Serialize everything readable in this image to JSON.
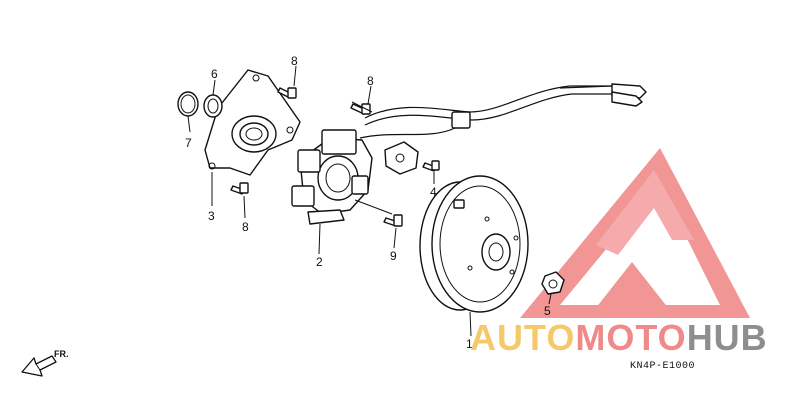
{
  "diagram": {
    "callouts": [
      "1",
      "2",
      "3",
      "4",
      "5",
      "6",
      "7",
      "8",
      "8",
      "8",
      "9"
    ],
    "drawing_code": "KN4P-E1000",
    "direction_mark": "FR."
  },
  "watermark": {
    "brand_part_1": "AUTO",
    "brand_part_2": "MOTO",
    "brand_part_3": "HUB",
    "color_yellow": "#f5c96a",
    "color_red": "#f08a8a",
    "color_gray": "#8e8e8e"
  }
}
